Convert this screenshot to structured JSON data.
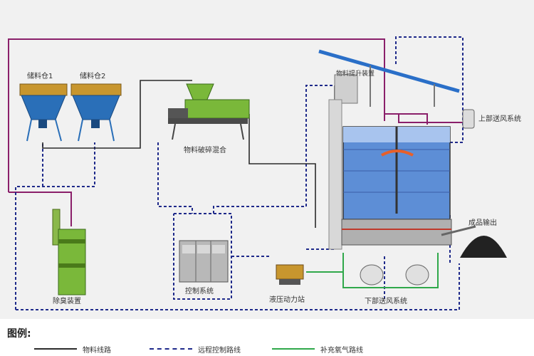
{
  "labels": {
    "bin1": "储料仓1",
    "bin2": "储料仓2",
    "mixer": "物料破碎混合",
    "lifter": "物料提升装置",
    "top_fan": "上部送风系统",
    "output": "成品输出",
    "deodor": "除臭装置",
    "control": "控制系统",
    "hydraulic": "液压动力站",
    "bottom_fan": "下部送风系统"
  },
  "legend": {
    "title": "图例:",
    "items": [
      {
        "label": "物料线路",
        "style": "solid",
        "color": "#2b2b2b"
      },
      {
        "label": "远程控制路线",
        "style": "dashed",
        "color": "#1f2a8a"
      },
      {
        "label": "补充氧气路线",
        "style": "solid",
        "color": "#2fa84a"
      }
    ]
  },
  "colors": {
    "material": "#2b2b2b",
    "control": "#1f2a8a",
    "oxygen": "#2fa84a",
    "air_duct": "#8a1f6a",
    "silo_blue": "#2a6fb8",
    "silo_top": "#c8962e",
    "equip_green": "#7ab83a",
    "tank_blue": "#5d8ed6",
    "roof_blue": "#2a6fc8"
  }
}
